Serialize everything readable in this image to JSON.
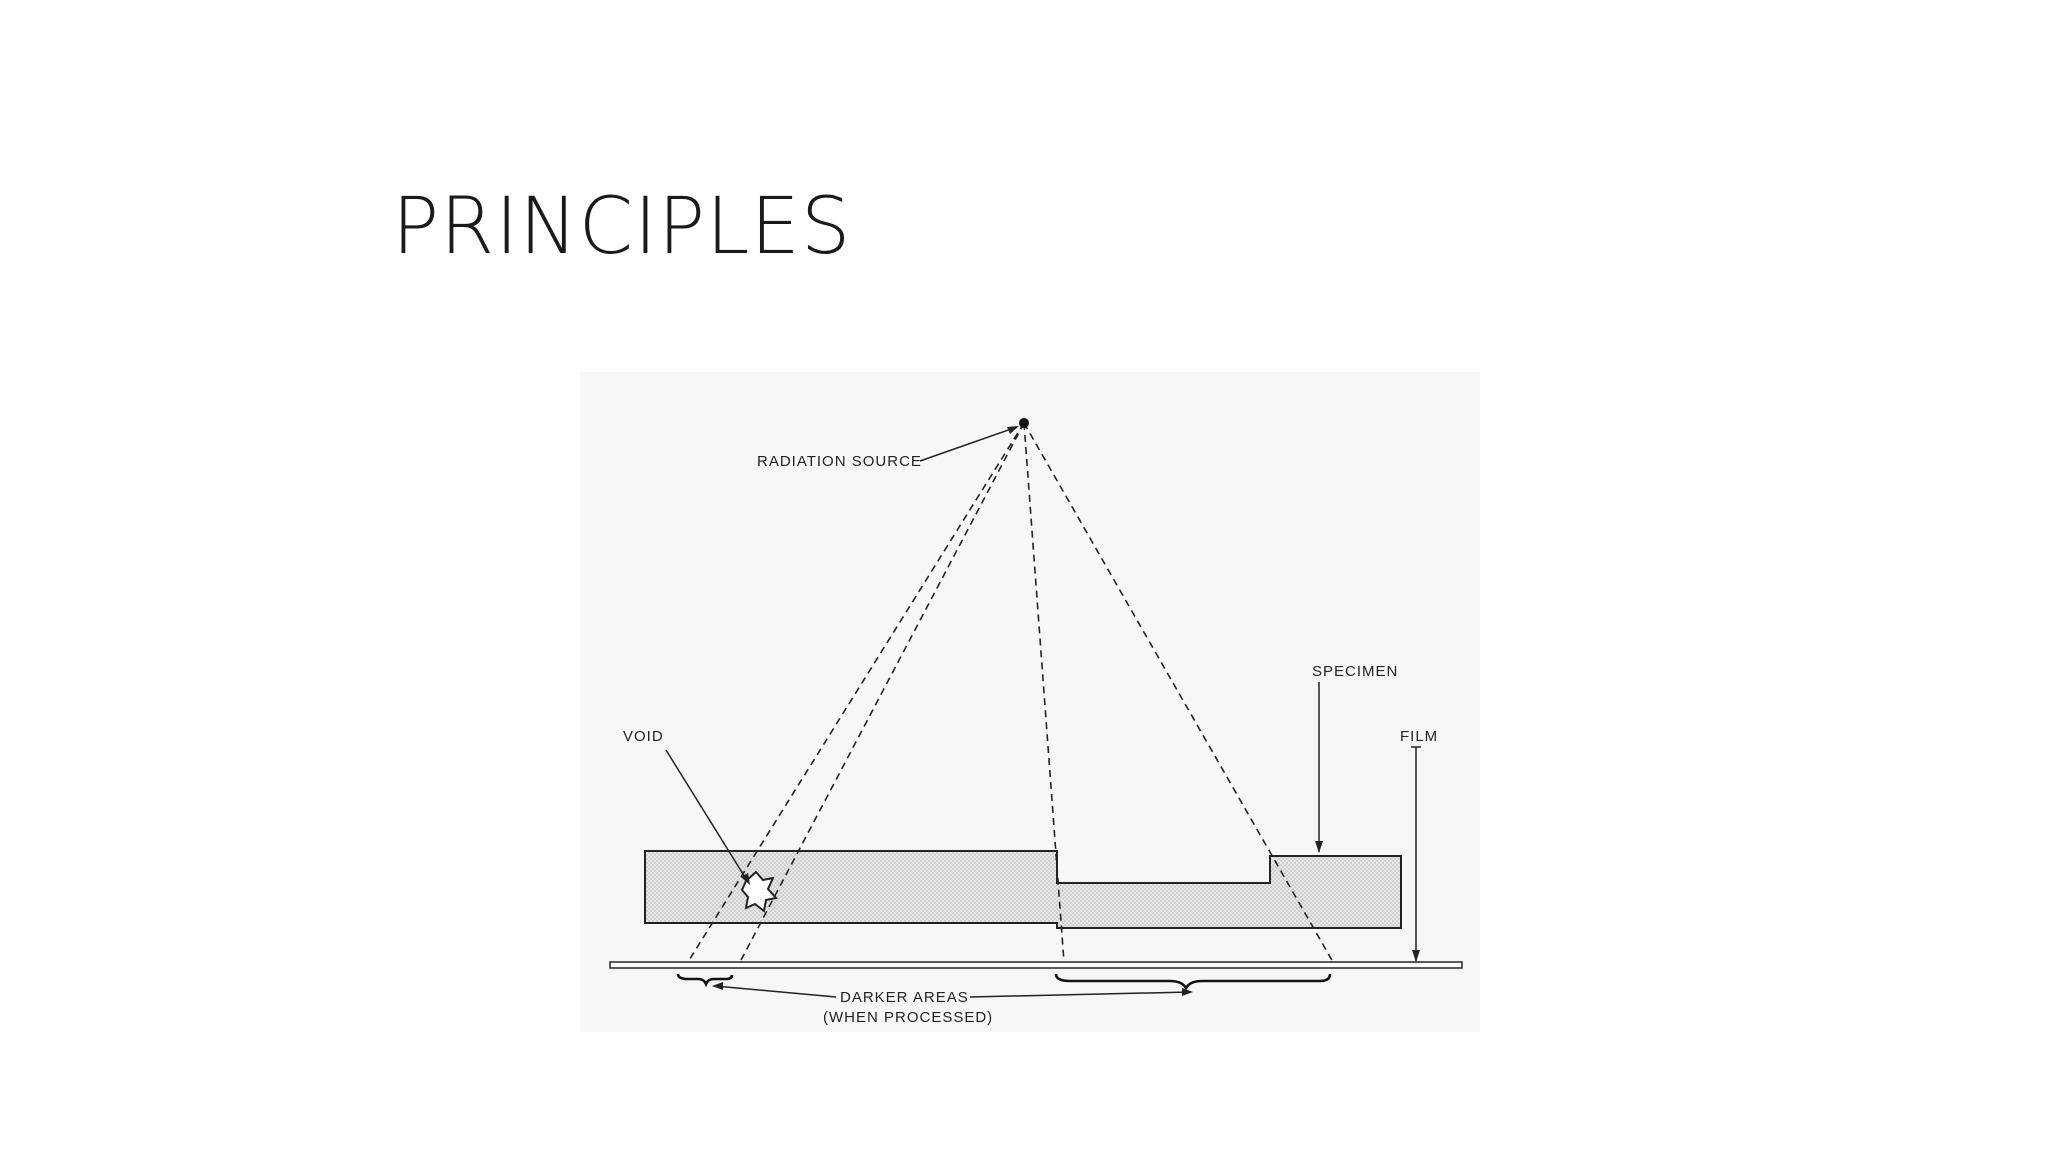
{
  "slide": {
    "title": "PRINCIPLES"
  },
  "diagram": {
    "labels": {
      "radiation_source": "RADIATION SOURCE",
      "specimen": "SPECIMEN",
      "void": "VOID",
      "film": "FILM",
      "darker_areas": "DARKER AREAS",
      "when_processed": "(WHEN PROCESSED)"
    }
  }
}
